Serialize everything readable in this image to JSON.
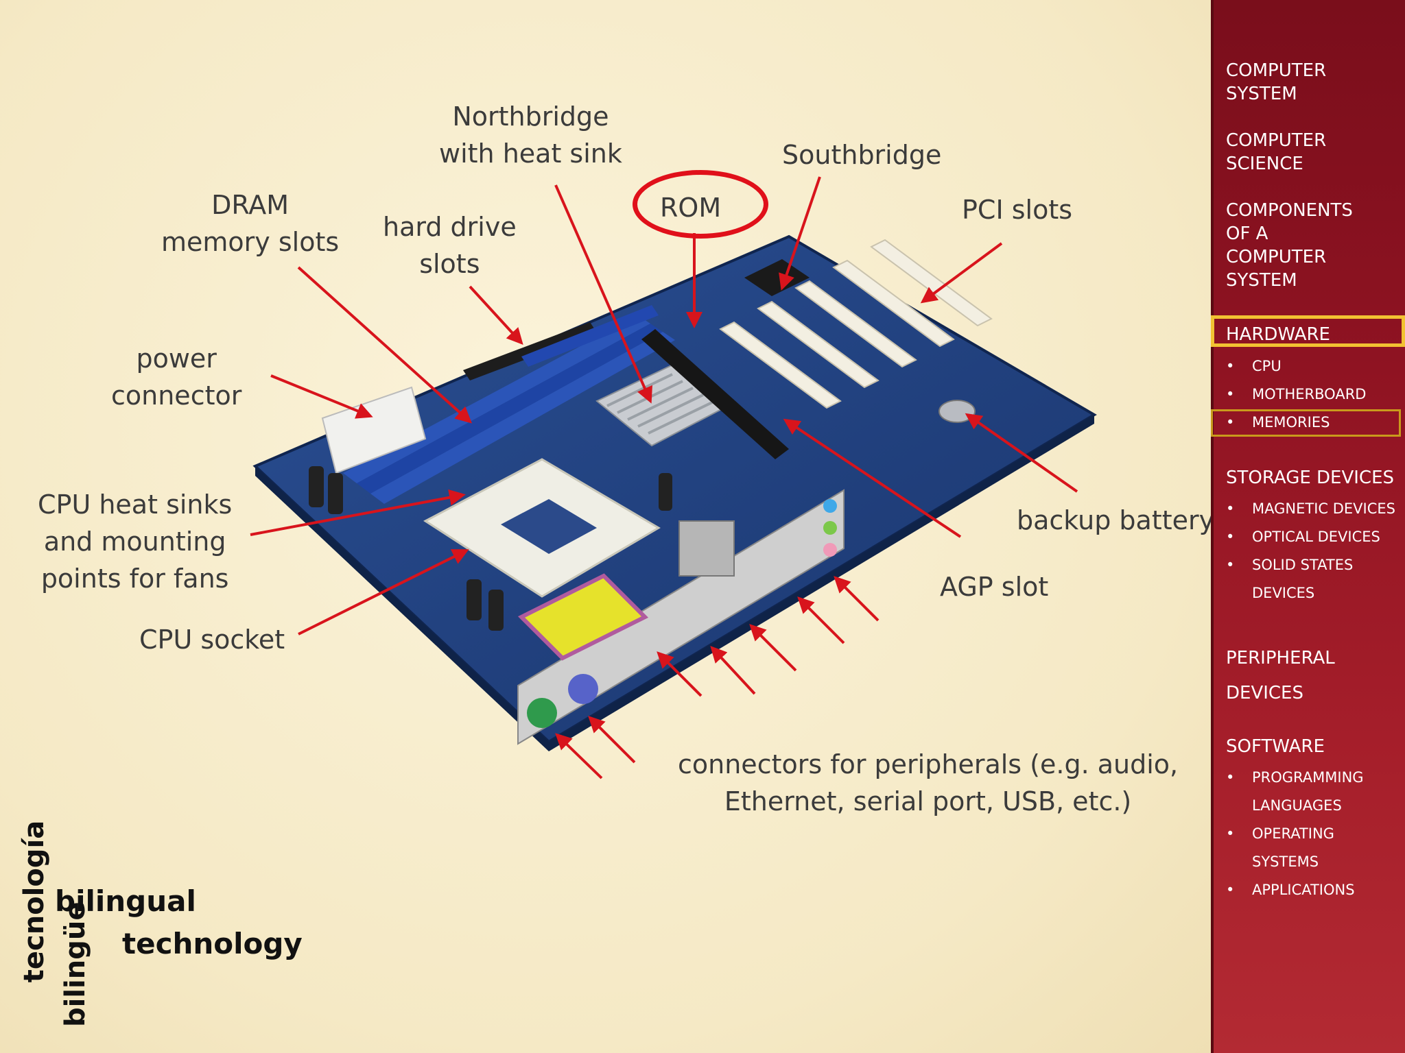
{
  "slide": {
    "labels": {
      "northbridge": [
        "Northbridge",
        "with heat sink"
      ],
      "southbridge": "Southbridge",
      "rom": "ROM",
      "dram": [
        "DRAM",
        "memory slots"
      ],
      "hard_drive": [
        "hard drive",
        "slots"
      ],
      "pci": "PCI slots",
      "power": [
        "power",
        "connector"
      ],
      "cpu_heat": [
        "CPU heat sinks",
        "and mounting",
        "points for fans"
      ],
      "cpu_socket": "CPU socket",
      "backup_battery": "backup battery",
      "agp": "AGP slot",
      "connectors": [
        "connectors for peripherals (e.g. audio,",
        "Ethernet, serial port, USB, etc.)"
      ]
    },
    "brand": {
      "tecnologia": "tecnología",
      "bilingue": "bilingüe",
      "bilingual": "bilingual",
      "technology": "technology"
    },
    "colors": {
      "arrow": "#d8141c",
      "rom_circle": "#e0101a",
      "board": "#1f3f7a"
    }
  },
  "sidebar": {
    "computer_system": [
      "COMPUTER",
      "SYSTEM"
    ],
    "computer_science": [
      "COMPUTER",
      "SCIENCE"
    ],
    "components": [
      "COMPONENTS",
      "OF A",
      "COMPUTER",
      "SYSTEM"
    ],
    "hardware": {
      "label": "HARDWARE",
      "items": [
        "CPU",
        "MOTHERBOARD",
        "MEMORIES"
      ]
    },
    "storage": {
      "label": "STORAGE DEVICES",
      "items": [
        "MAGNETIC DEVICES",
        "OPTICAL DEVICES",
        "SOLID STATES",
        "DEVICES"
      ]
    },
    "peripheral": [
      "PERIPHERAL",
      "DEVICES"
    ],
    "software": {
      "label": "SOFTWARE",
      "items": [
        "PROGRAMMING",
        "LANGUAGES",
        "OPERATING",
        "SYSTEMS",
        "APPLICATIONS"
      ]
    },
    "bullet": "•",
    "colors": {
      "highlight": "#f2c232",
      "background": "#8f1322"
    }
  }
}
